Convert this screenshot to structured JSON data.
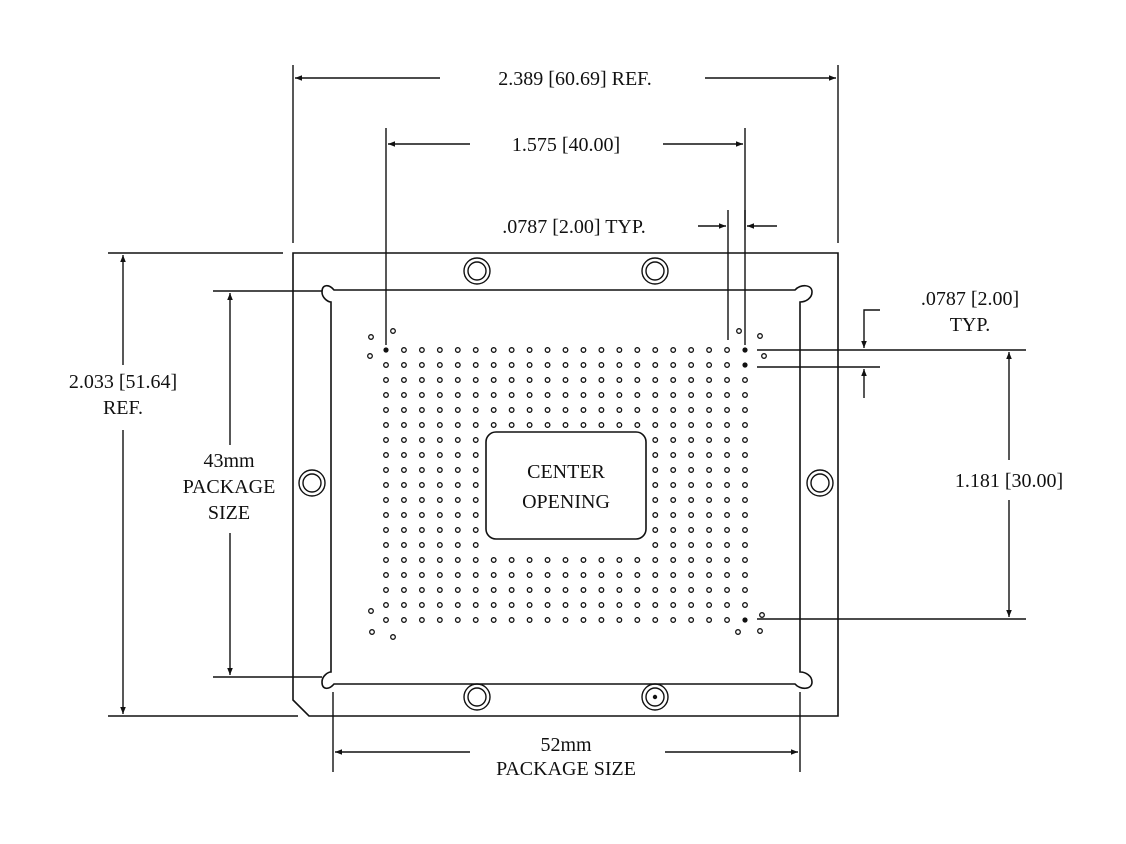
{
  "dimensions": {
    "overall_width": "2.389 [60.69] REF.",
    "pad_span": "1.575 [40.00]",
    "pitch_x": ".0787 [2.00] TYP.",
    "pitch_y_line1": ".0787 [2.00]",
    "pitch_y_line2": "TYP.",
    "overall_height_line1": "2.033 [51.64]",
    "overall_height_line2": "REF.",
    "pkg_height_line1": "43mm",
    "pkg_height_line2": "PACKAGE",
    "pkg_height_line3": "SIZE",
    "pad_height": "1.181 [30.00]",
    "pkg_width_line1": "52mm",
    "pkg_width_line2": "PACKAGE SIZE"
  },
  "center": {
    "line1": "CENTER",
    "line2": "OPENING"
  }
}
